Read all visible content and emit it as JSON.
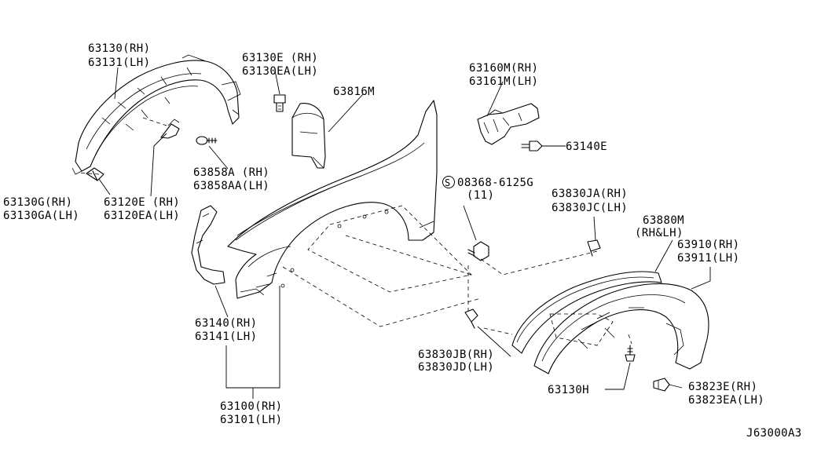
{
  "diagram_id": "J63000A3",
  "labels": {
    "l63130_rh": "63130(RH)",
    "l63131_lh": "63131(LH)",
    "l63130e_rh": "63130E (RH)",
    "l63130ea_lh": "63130EA(LH)",
    "l63816m": "63816M",
    "l63160m_rh": "63160M(RH)",
    "l63161m_lh": "63161M(LH)",
    "l63140e": "63140E",
    "l63858a_rh": "63858A (RH)",
    "l63858aa_lh": "63858AA(LH)",
    "l08368": "08368-6125G",
    "l08368_qty": "(11)",
    "l63830ja_rh": "63830JA(RH)",
    "l63830jc_lh": "63830JC(LH)",
    "l63880m": "63880M",
    "l63880m_side": "(RH&LH)",
    "l63910_rh": "63910(RH)",
    "l63911_lh": "63911(LH)",
    "l63130g_rh": "63130G(RH)",
    "l63130ga_lh": "63130GA(LH)",
    "l63120e_rh": "63120E (RH)",
    "l63120ea_lh": "63120EA(LH)",
    "l63140_rh": "63140(RH)",
    "l63141_lh": "63141(LH)",
    "l63830jb_rh": "63830JB(RH)",
    "l63830jd_lh": "63830JD(LH)",
    "l63130h": "63130H",
    "l63823e_rh": "63823E(RH)",
    "l63823ea_lh": "63823EA(LH)",
    "l63100_rh": "63100(RH)",
    "l63101_lh": "63101(LH)"
  },
  "screw_symbol": "S"
}
